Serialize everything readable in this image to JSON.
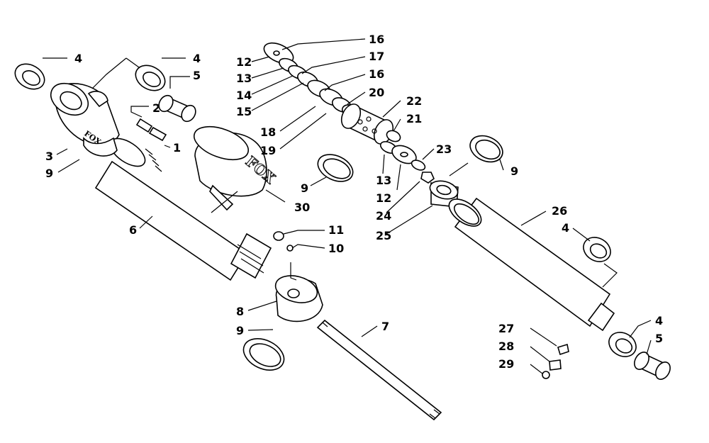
{
  "brand_marks": {
    "fox": "FOX"
  },
  "callouts": {
    "c1": "1",
    "c2": "2",
    "c3": "3",
    "c4a": "4",
    "c4b": "4",
    "c4c": "4",
    "c4d": "4",
    "c5a": "5",
    "c5b": "5",
    "c6": "6",
    "c7": "7",
    "c8": "8",
    "c9a": "9",
    "c9b": "9",
    "c9c": "9",
    "c9d": "9",
    "c10": "10",
    "c11": "11",
    "c12a": "12",
    "c12b": "12",
    "c13a": "13",
    "c13b": "13",
    "c14": "14",
    "c15": "15",
    "c16a": "16",
    "c16b": "16",
    "c17": "17",
    "c18": "18",
    "c19": "19",
    "c20": "20",
    "c21": "21",
    "c22": "22",
    "c23": "23",
    "c24": "24",
    "c25": "25",
    "c26": "26",
    "c27": "27",
    "c28": "28",
    "c29": "29",
    "c30": "30"
  }
}
